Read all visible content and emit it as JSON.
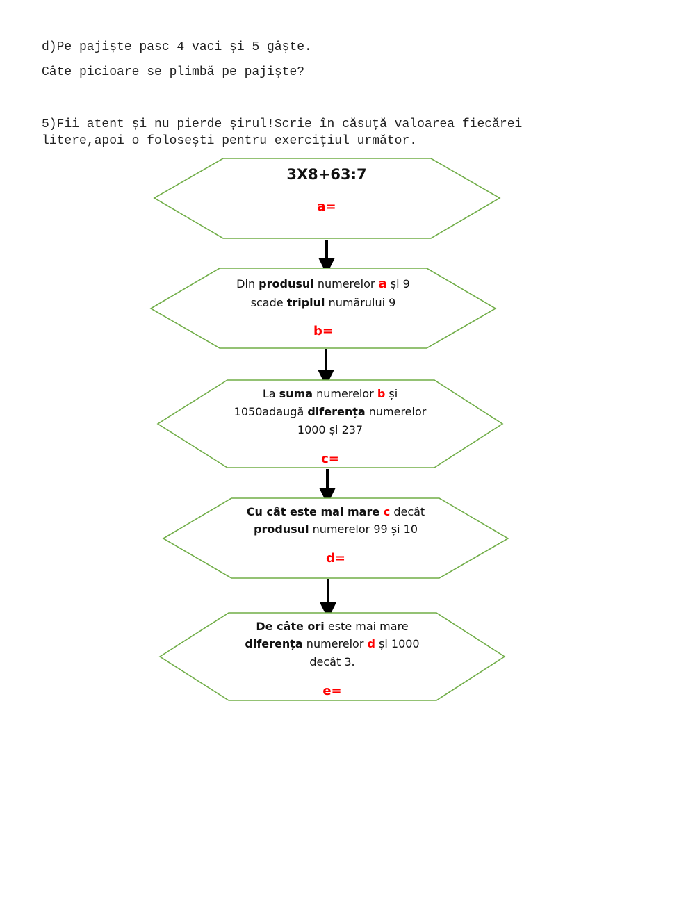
{
  "problem_d": {
    "line1": "d)Pe pajiște pasc 4 vaci și 5 gâște.",
    "line2": "Câte picioare se plimbă pe pajiște?"
  },
  "exercise5": {
    "line1": "5)Fii atent și nu pierde șirul!Scrie în căsuță valoarea fiecărei",
    "line2": "litere,apoi o folosești pentru exercițiul următor."
  },
  "flowchart": {
    "box1": {
      "expr": "3X8+63:7",
      "answer": "a="
    },
    "box2": {
      "l1_a": "Din ",
      "l1_b": "produsul",
      "l1_c": " numerelor ",
      "l1_d": "a",
      "l1_e": " și 9",
      "l2_a": "scade ",
      "l2_b": "triplul",
      "l2_c": " numărului 9",
      "answer": "b="
    },
    "box3": {
      "l1_a": "La ",
      "l1_b": "suma",
      "l1_c": " numerelor ",
      "l1_d": "b",
      "l1_e": " și",
      "l2_a": "1050adaugă ",
      "l2_b": "diferența",
      "l2_c": " numerelor",
      "l3": "1000 și 237",
      "answer": "c="
    },
    "box4": {
      "l1_a": "Cu cât este mai mare ",
      "l1_b": "c",
      "l1_c": " decât",
      "l2_a": "produsul",
      "l2_b": " numerelor 99 și 10",
      "answer": "d="
    },
    "box5": {
      "l1_a": "De câte ori",
      "l1_b": " este mai mare",
      "l2_a": "diferența",
      "l2_b": " numerelor ",
      "l2_c": "d",
      "l2_d": " și 1000",
      "l3": "decât 3.",
      "answer": "e="
    },
    "colors": {
      "border": "#70ad47",
      "answer": "#ff0000",
      "arrow": "#000000"
    }
  }
}
